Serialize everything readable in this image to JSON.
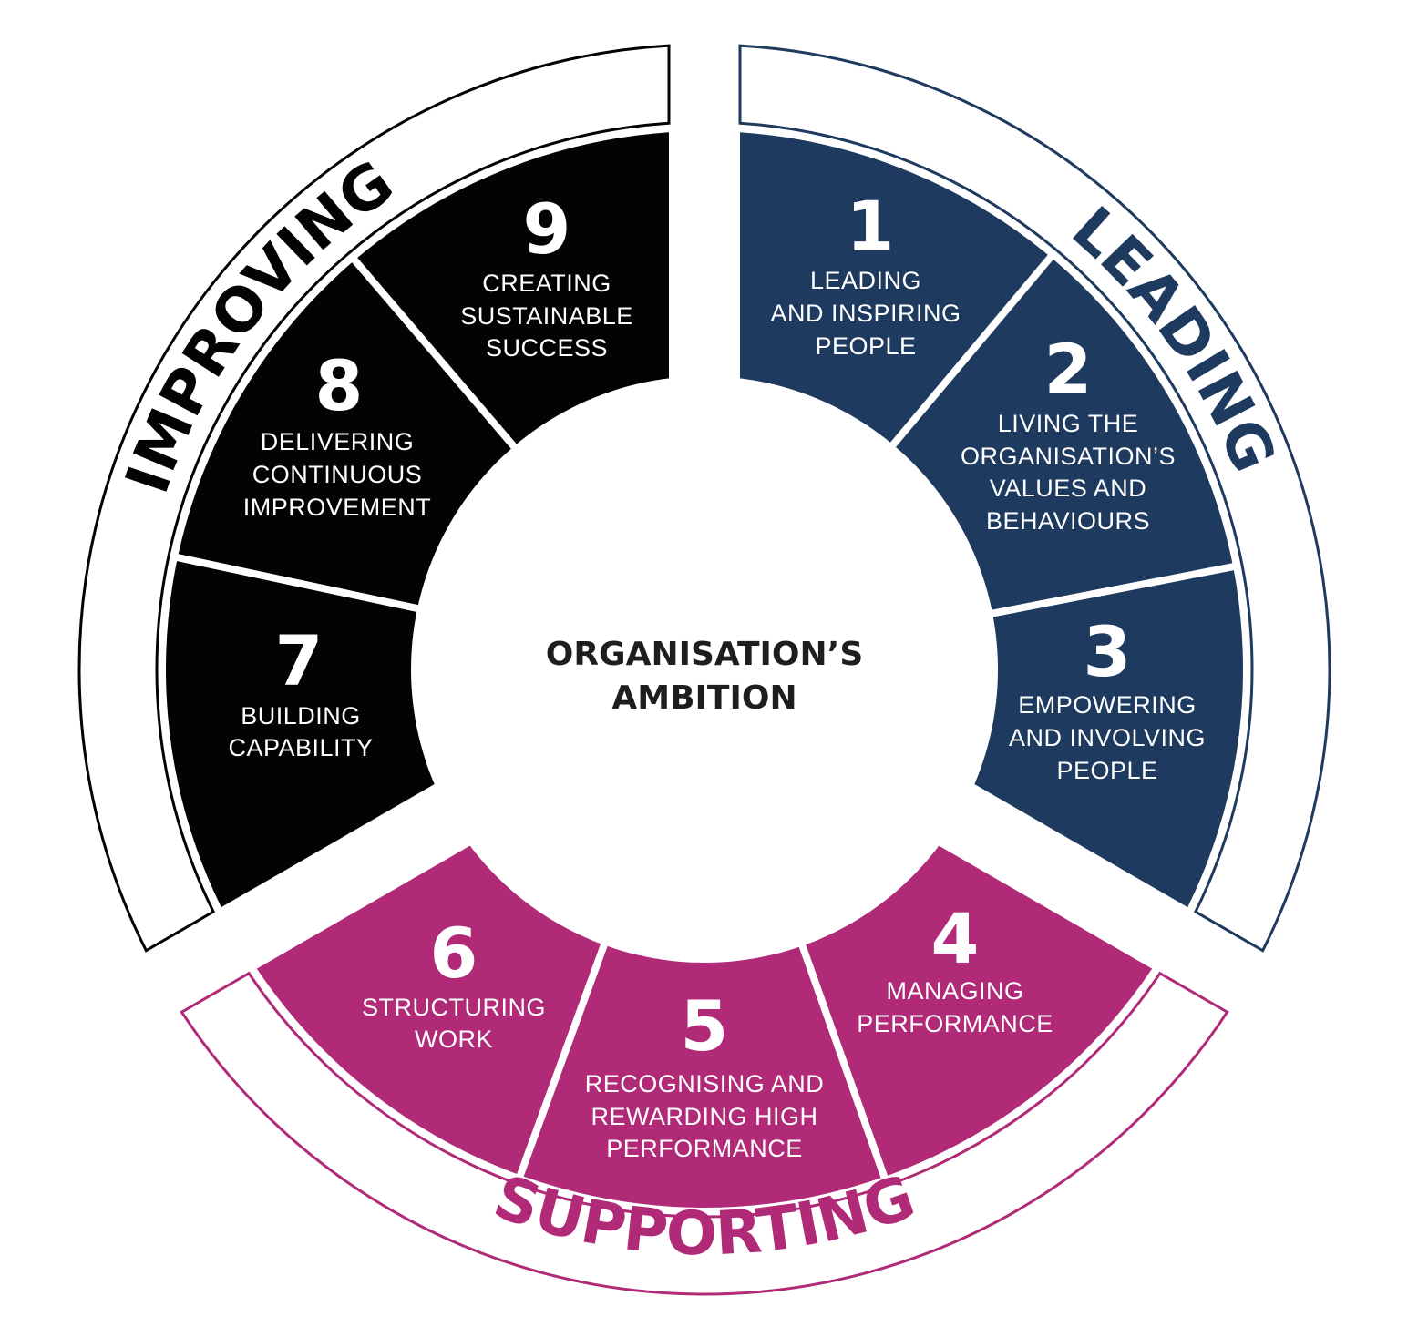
{
  "center": {
    "line1": "ORGANISATION’S",
    "line2": "AMBITION"
  },
  "colors": {
    "leading": "#1f3a5f",
    "supporting": "#b02a78",
    "improving": "#030304",
    "center_text": "#1e1e1c",
    "divider": "#ffffff"
  },
  "groups": {
    "leading": {
      "title": "LEADING"
    },
    "supporting": {
      "title": "SUPPORTING"
    },
    "improving": {
      "title": "IMPROVING"
    }
  },
  "segments": [
    {
      "number": "1",
      "lines": [
        "LEADING",
        "AND INSPIRING",
        "PEOPLE"
      ]
    },
    {
      "number": "2",
      "lines": [
        "LIVING THE",
        "ORGANISATION’S",
        "VALUES AND",
        "BEHAVIOURS"
      ]
    },
    {
      "number": "3",
      "lines": [
        "EMPOWERING",
        "AND INVOLVING",
        "PEOPLE"
      ]
    },
    {
      "number": "4",
      "lines": [
        "MANAGING",
        "PERFORMANCE"
      ]
    },
    {
      "number": "5",
      "lines": [
        "RECOGNISING AND",
        "REWARDING HIGH",
        "PERFORMANCE"
      ]
    },
    {
      "number": "6",
      "lines": [
        "STRUCTURING",
        "WORK"
      ]
    },
    {
      "number": "7",
      "lines": [
        "BUILDING",
        "CAPABILITY"
      ]
    },
    {
      "number": "8",
      "lines": [
        "DELIVERING",
        "CONTINUOUS",
        "IMPROVEMENT"
      ]
    },
    {
      "number": "9",
      "lines": [
        "CREATING",
        "SUSTAINABLE",
        "SUCCESS"
      ]
    }
  ]
}
